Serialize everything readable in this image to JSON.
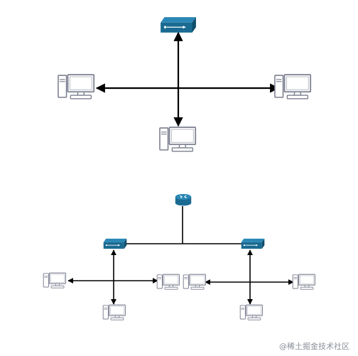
{
  "diagram": {
    "nodes": [
      {
        "id": "switch-top",
        "kind": "switch"
      },
      {
        "id": "pc-top-left",
        "kind": "pc"
      },
      {
        "id": "pc-top-right",
        "kind": "pc"
      },
      {
        "id": "pc-top-bottom",
        "kind": "pc"
      },
      {
        "id": "router-bottom",
        "kind": "router"
      },
      {
        "id": "switch-left",
        "kind": "switch"
      },
      {
        "id": "switch-right",
        "kind": "switch"
      },
      {
        "id": "pc-bl-1",
        "kind": "pc"
      },
      {
        "id": "pc-bl-2",
        "kind": "pc"
      },
      {
        "id": "pc-bl-3",
        "kind": "pc"
      },
      {
        "id": "pc-br-1",
        "kind": "pc"
      },
      {
        "id": "pc-br-2",
        "kind": "pc"
      },
      {
        "id": "pc-br-3",
        "kind": "pc"
      }
    ],
    "colors": {
      "network_device": "#1a6a91",
      "pc_outline": "#7b7f8f",
      "pc_fill": "#ffffff",
      "connector": "#000000"
    }
  },
  "watermark": "@稀土掘金技术社区"
}
